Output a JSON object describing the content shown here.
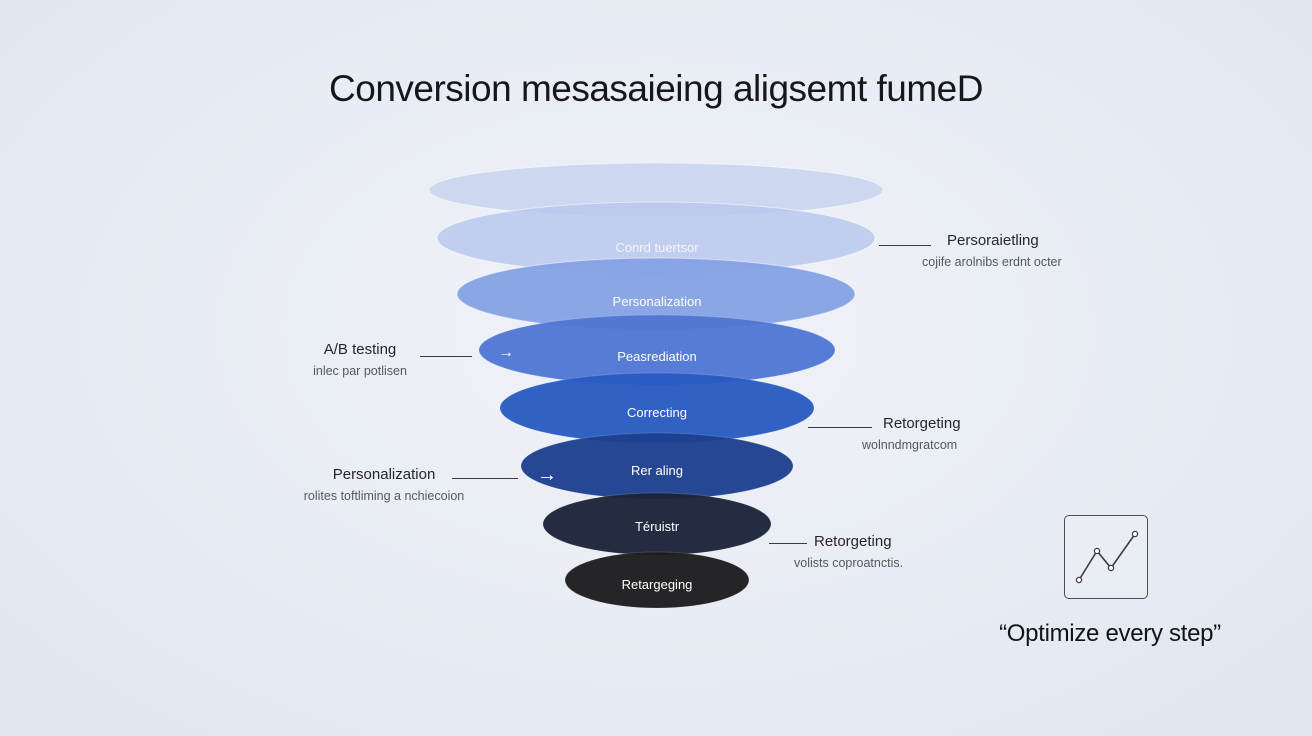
{
  "title": "Conversion mesasaieing aligsemt fumeD",
  "funnel": {
    "layers": [
      {
        "label": "",
        "fill": "#c8d2ee",
        "text_color": "#ffffff"
      },
      {
        "label": "Conrd tuertsor",
        "fill": "#b9c8ef",
        "text_color": "#f4f6fc"
      },
      {
        "label": "Personalization",
        "fill": "#86a2e3",
        "text_color": "#ffffff"
      },
      {
        "label": "Peasrediation",
        "fill": "#4f77d3",
        "text_color": "#ffffff"
      },
      {
        "label": "Correcting",
        "fill": "#2a5bc2",
        "text_color": "#ffffff"
      },
      {
        "label": "Rer aling",
        "fill": "#1d3f8f",
        "text_color": "#ffffff"
      },
      {
        "label": "Téruistr",
        "fill": "#1b2339",
        "text_color": "#ffffff"
      },
      {
        "label": "Retargeging",
        "fill": "#1c1c1e",
        "text_color": "#ffffff"
      }
    ]
  },
  "callouts": {
    "right_1": {
      "head": "Persoraietling",
      "sub": "cojife arolnibs erdnt octer"
    },
    "left_1": {
      "head": "A/B testing",
      "sub": "inlec par potlisen"
    },
    "right_2": {
      "head": "Retorgeting",
      "sub": "wolnndmgratcom"
    },
    "left_2": {
      "head": "Personalization",
      "sub": "rolites toftliming a nchiecoion"
    },
    "right_3": {
      "head": "Retorgeting",
      "sub": "volists coproatnctis."
    }
  },
  "arrows": {
    "glyph": "→"
  },
  "chart_icon": {
    "icon": "line-chart-icon"
  },
  "quote": "“Optimize every step”"
}
